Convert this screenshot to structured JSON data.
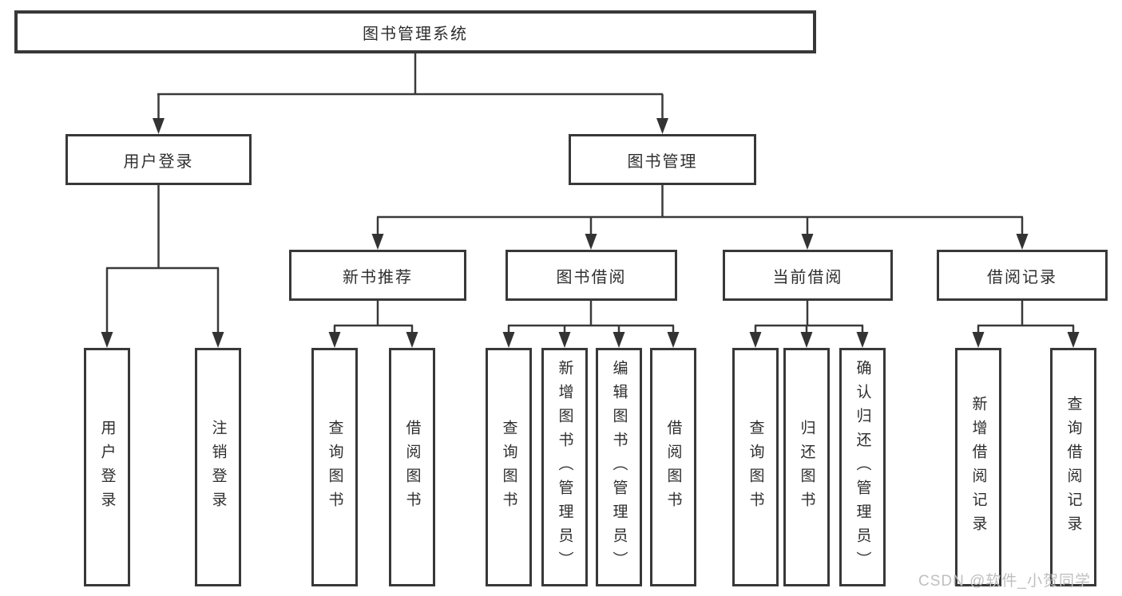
{
  "diagram": {
    "root": {
      "label": "图书管理系统"
    },
    "branches": [
      {
        "label": "用户登录",
        "children": [
          "用户登录",
          "注销登录"
        ]
      },
      {
        "label": "图书管理",
        "sections": [
          {
            "label": "新书推荐",
            "children": [
              "查询图书",
              "借阅图书"
            ]
          },
          {
            "label": "图书借阅",
            "children": [
              "查询图书",
              "新增图书（管理员）",
              "编辑图书（管理员）",
              "借阅图书"
            ]
          },
          {
            "label": "当前借阅",
            "children": [
              "查询图书",
              "归还图书",
              "确认归还（管理员）"
            ]
          },
          {
            "label": "借阅记录",
            "children": [
              "新增借阅记录",
              "查询借阅记录"
            ]
          }
        ]
      }
    ]
  },
  "colors": {
    "line": "#3a3a3a",
    "arrow": "#333333",
    "border": "#383838",
    "text": "#2e2e2e",
    "background": "#ffffff",
    "watermark": "#bfbfbf"
  },
  "watermark": {
    "text": "CSDN @软件_小贺同学"
  }
}
